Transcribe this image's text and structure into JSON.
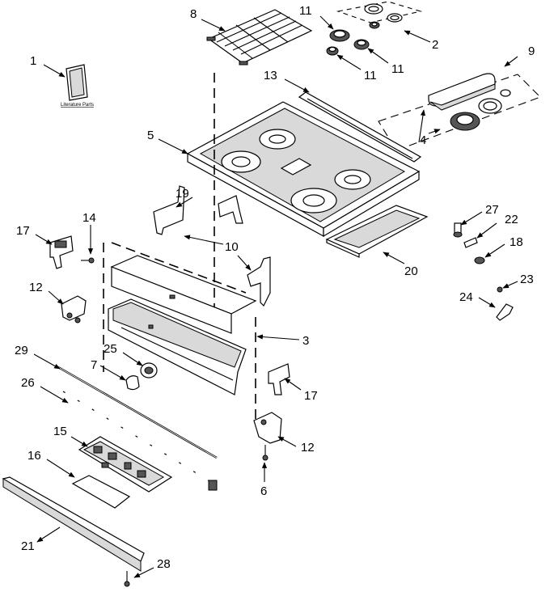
{
  "callouts": [
    "1",
    "2",
    "3",
    "4",
    "5",
    "6",
    "7",
    "8",
    "9",
    "10",
    "11",
    "11",
    "11",
    "12",
    "12",
    "13",
    "14",
    "15",
    "16",
    "17",
    "17",
    "18",
    "19",
    "20",
    "21",
    "22",
    "23",
    "24",
    "25",
    "26",
    "27",
    "28",
    "29"
  ],
  "literature_label": "Literature Parts"
}
